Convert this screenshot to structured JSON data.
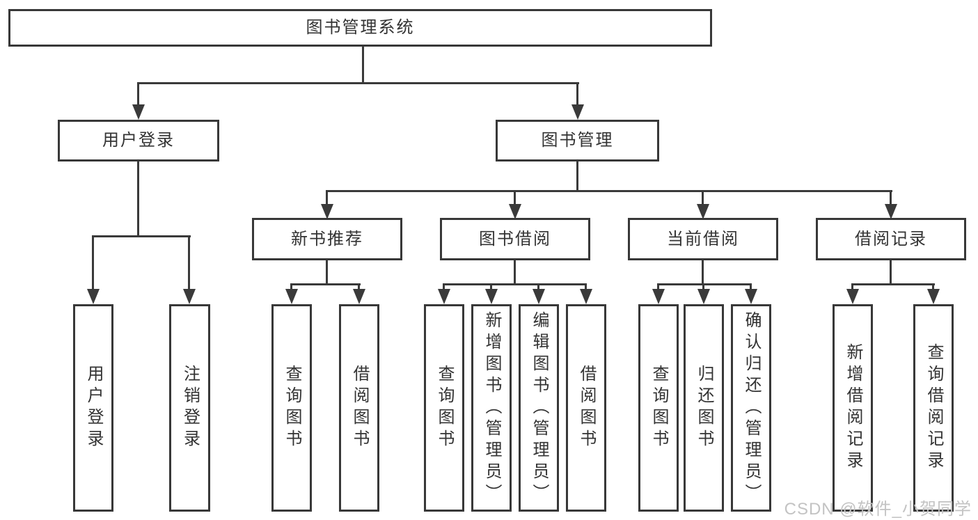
{
  "diagram": {
    "title": "图书管理系统",
    "level2": [
      {
        "label": "用户登录",
        "children": [
          "用户登录",
          "注销登录"
        ]
      },
      {
        "label": "图书管理"
      }
    ],
    "level3": [
      {
        "label": "新书推荐",
        "children": [
          "查询图书",
          "借阅图书"
        ]
      },
      {
        "label": "图书借阅",
        "children": [
          "查询图书",
          "新增图书（管理员）",
          "编辑图书（管理员）",
          "借阅图书"
        ]
      },
      {
        "label": "当前借阅",
        "children": [
          "查询图书",
          "归还图书",
          "确认归还（管理员）"
        ]
      },
      {
        "label": "借阅记录",
        "children": [
          "新增借阅记录",
          "查询借阅记录"
        ]
      }
    ],
    "watermark": "CSDN @软件_小贺同学"
  },
  "colors": {
    "line": "#3a3a3a",
    "border": "#383838",
    "text": "#333333",
    "watermark": "#c3c3c3",
    "background": "#ffffff"
  }
}
